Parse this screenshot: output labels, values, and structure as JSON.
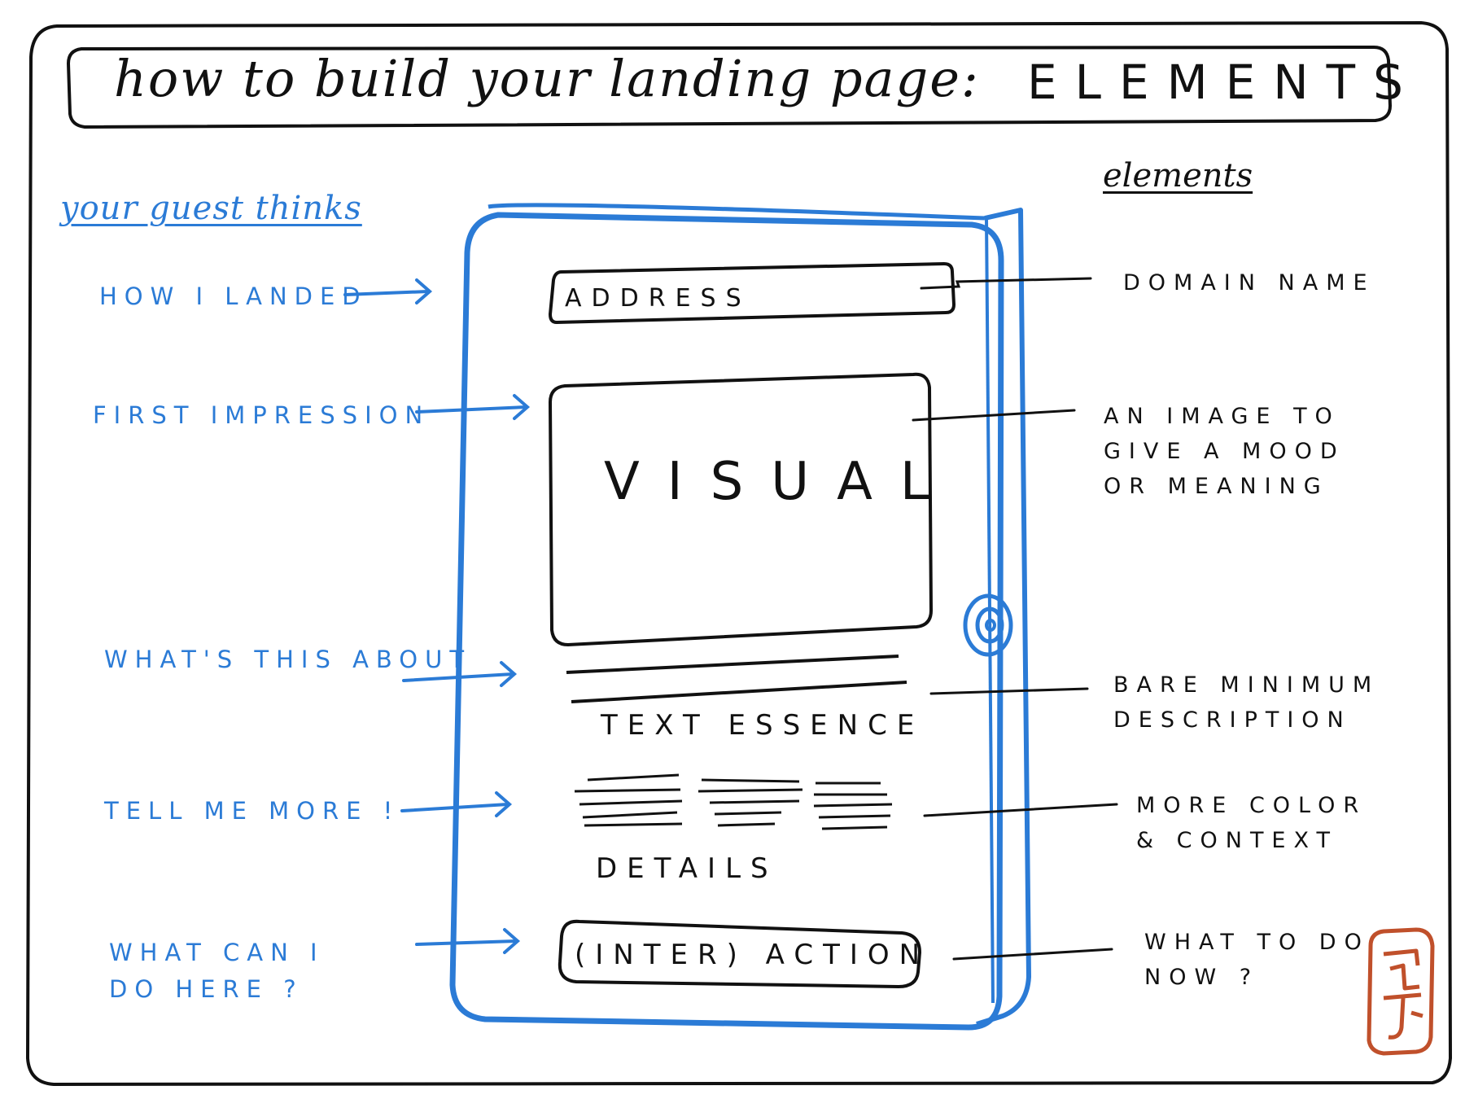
{
  "title": {
    "script": "how to build your landing page:",
    "caps": "ELEMENTS"
  },
  "guest_heading": "your guest thinks",
  "elements_heading": "elements",
  "guest_thoughts": [
    "HOW I LANDED",
    "FIRST IMPRESSION",
    "WHAT'S THIS ABOUT",
    "TELL ME MORE !",
    "WHAT CAN I\nDO HERE ?"
  ],
  "phone_sections": {
    "address": "ADDRESS",
    "visual": "VISUAL",
    "text_essence": "TEXT ESSENCE",
    "details": "DETAILS",
    "action": "(INTER) ACTION"
  },
  "element_notes": [
    "DOMAIN NAME",
    "AN IMAGE TO\nGIVE A MOOD\nOR MEANING",
    "BARE MINIMUM\nDESCRIPTION",
    "MORE COLOR\n& CONTEXT",
    "WHAT TO DO\nNOW ?"
  ],
  "colors": {
    "ink": "#111111",
    "blue": "#2b7bd6",
    "stamp": "#c0502b"
  },
  "icons": {
    "home_button": "concentric-circle-icon",
    "stamp": "artist-seal-stamp"
  }
}
